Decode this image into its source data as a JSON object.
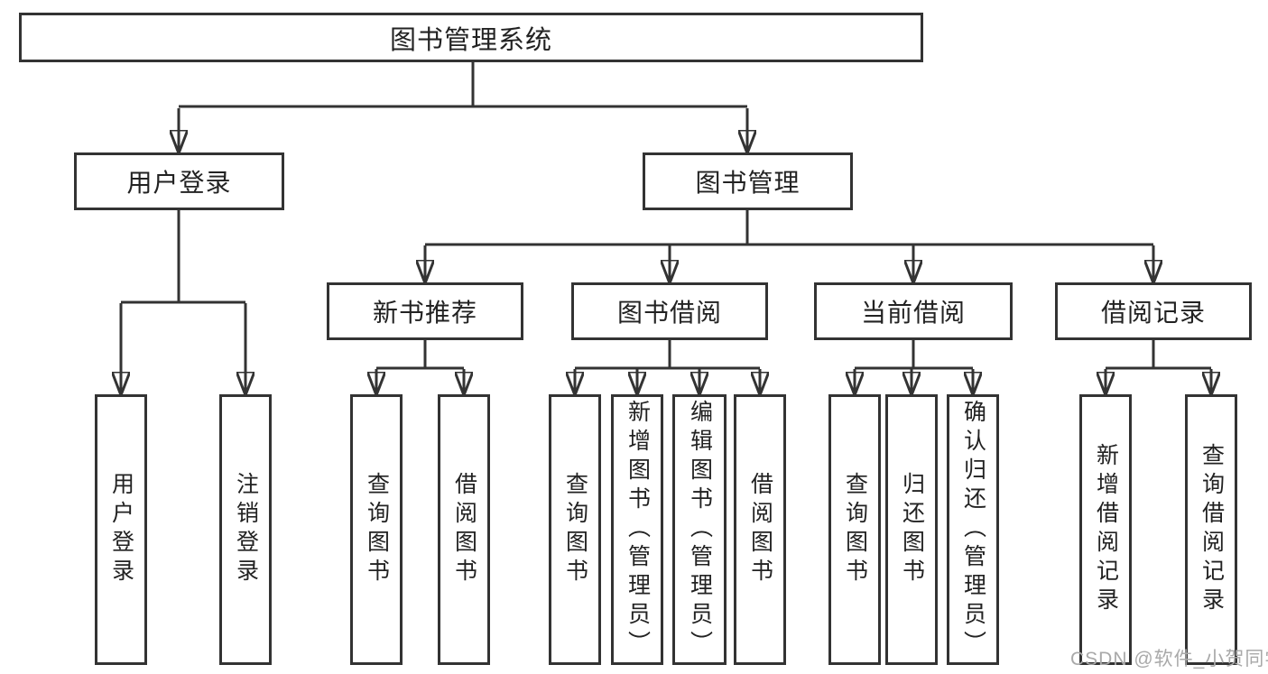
{
  "diagram": {
    "root": {
      "label": "图书管理系统"
    },
    "level2": [
      {
        "label": "用户登录"
      },
      {
        "label": "图书管理"
      }
    ],
    "level3": [
      {
        "label": "新书推荐"
      },
      {
        "label": "图书借阅"
      },
      {
        "label": "当前借阅"
      },
      {
        "label": "借阅记录"
      }
    ],
    "leaves": {
      "user_login": [
        {
          "label": "用户登录"
        },
        {
          "label": "注销登录"
        }
      ],
      "new_book_recommend": [
        {
          "label": "查询图书"
        },
        {
          "label": "借阅图书"
        }
      ],
      "book_borrow": [
        {
          "label": "查询图书"
        },
        {
          "label": "新增图书（管理员）"
        },
        {
          "label": "编辑图书（管理员）"
        },
        {
          "label": "借阅图书"
        }
      ],
      "current_borrow": [
        {
          "label": "查询图书"
        },
        {
          "label": "归还图书"
        },
        {
          "label": "确认归还（管理员）"
        }
      ],
      "borrow_records": [
        {
          "label": "新增借阅记录"
        },
        {
          "label": "查询借阅记录"
        }
      ]
    }
  },
  "watermark": {
    "text": "CSDN @软件_小贺同学"
  },
  "colors": {
    "line": "#333333",
    "box_border": "#333333",
    "text": "#222222",
    "watermark": "#a9a9a9",
    "background": "#ffffff"
  }
}
